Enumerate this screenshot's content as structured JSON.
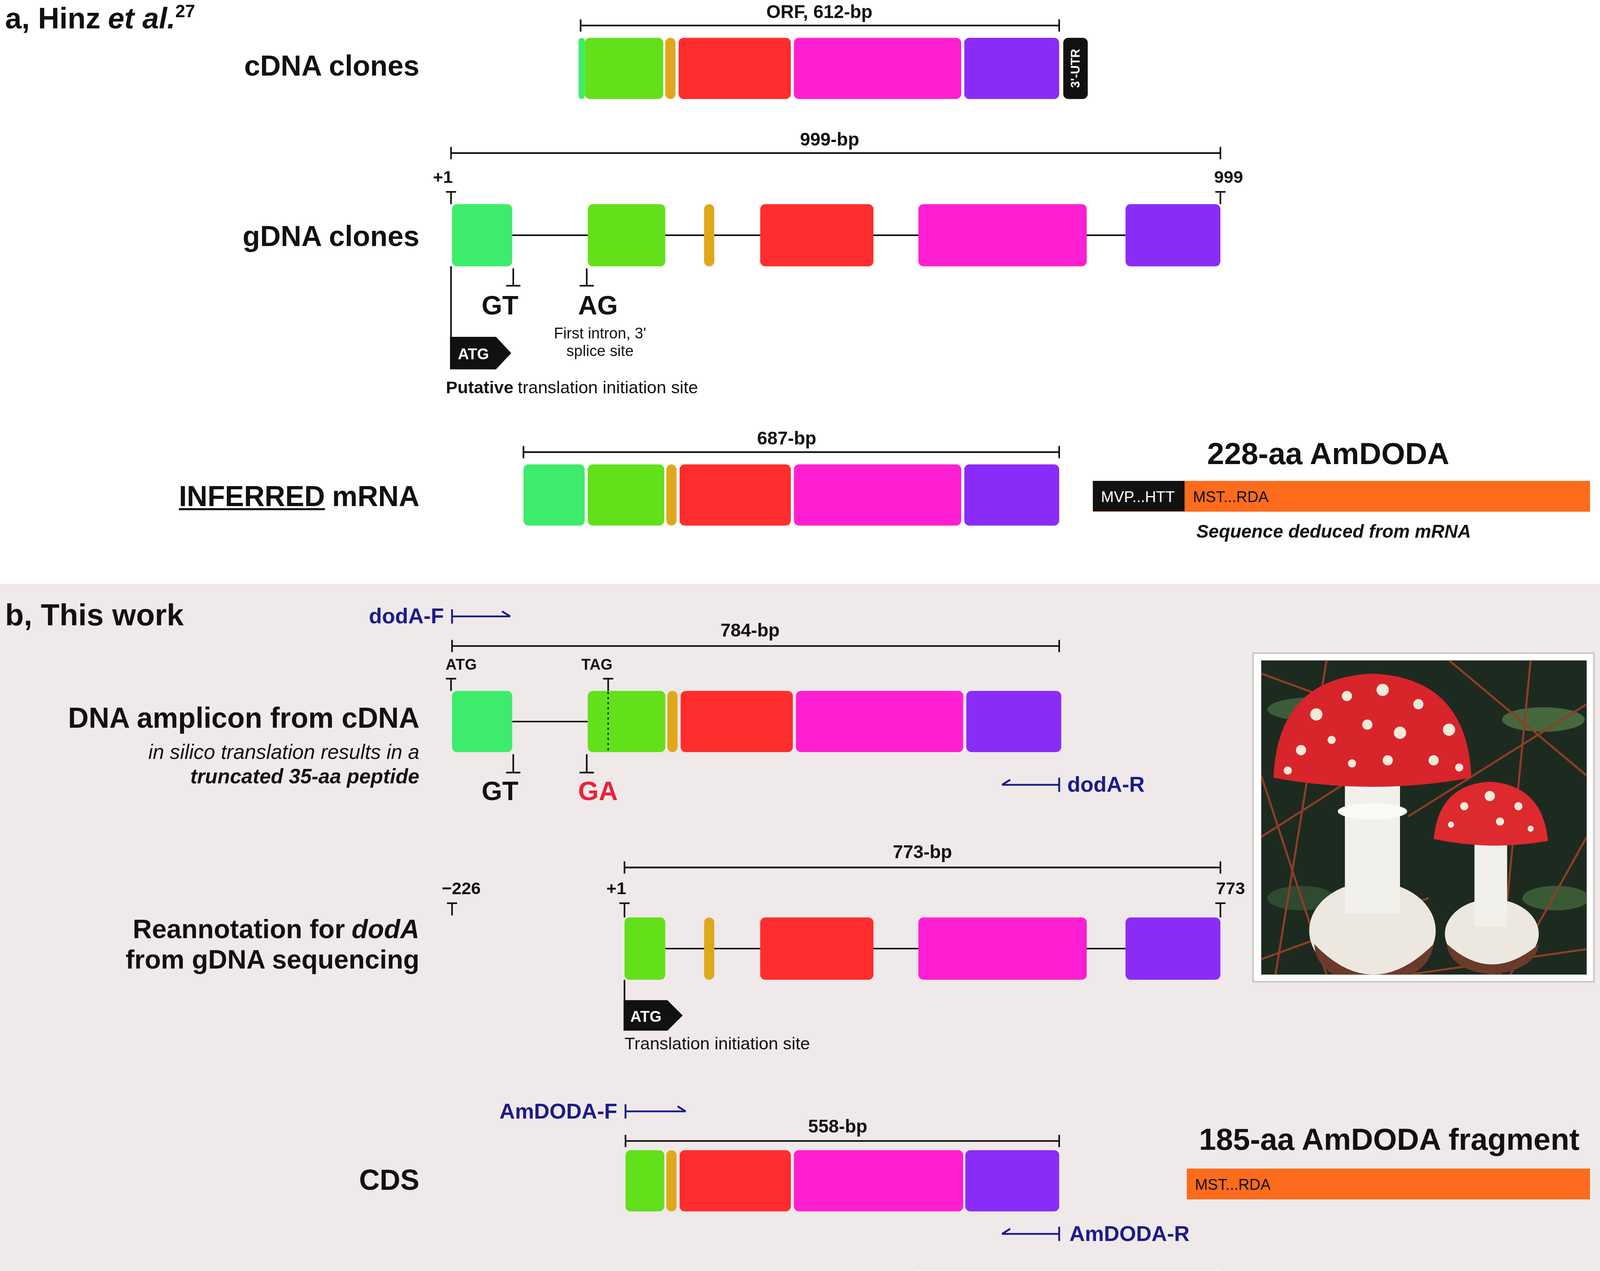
{
  "diagram": {
    "nodes": [
      {
        "text": [
          "3'-UTR"
        ]
      },
      {
        "text": [
          "ATG"
        ]
      },
      {
        "text": [
          "MVP...HTT"
        ]
      },
      {
        "text": [
          "MST...RDA"
        ]
      },
      {
        "text": [
          "ATG"
        ]
      },
      {
        "text": [
          "MST...RDA"
        ]
      }
    ],
    "labels": [
      "a, Hinz",
      "et al.",
      "27",
      "ORF, 612-bp",
      "cDNA clones",
      "999-bp",
      "+1",
      "999",
      "gDNA clones",
      "GT",
      "AG",
      "First intron, 3' splice site",
      "Putative",
      "translation initiation site",
      "687-bp",
      "INFERRED",
      "mRNA",
      "228-aa AmDODA",
      "Sequence deduced from mRNA",
      "b, This work",
      "dodA-F",
      "784-bp",
      "ATG",
      "TAG",
      "DNA amplicon from cDNA",
      "in silico translation results in a",
      "truncated 35-aa peptide",
      "GT",
      "GA",
      "dodA-R",
      "773-bp",
      "−226",
      "+1",
      "773",
      "Reannotation for",
      "dodA",
      "from gDNA sequencing",
      "Translation initiation site",
      "AmDODA-F",
      "558-bp",
      "CDS",
      "AmDODA-R",
      "185-aa AmDODA fragment"
    ]
  }
}
